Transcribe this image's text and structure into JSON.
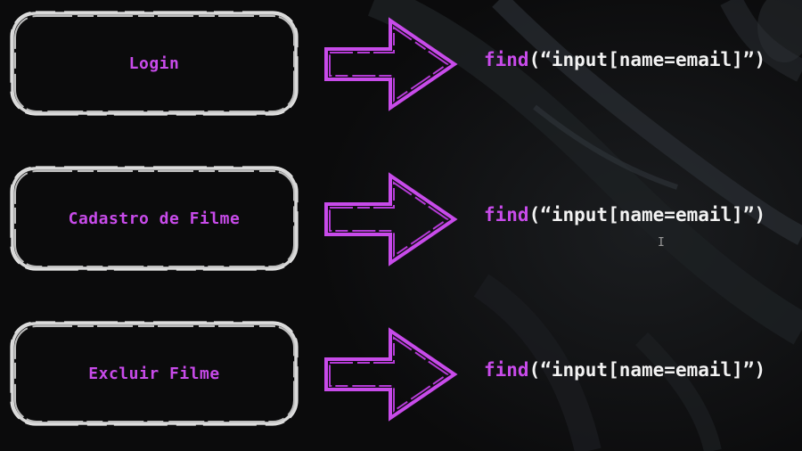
{
  "steps": [
    {
      "label": "Login",
      "code_fn": "find",
      "code_args": "(“input[name=email]”)"
    },
    {
      "label": "Cadastro de Filme",
      "code_fn": "find",
      "code_args": "(“input[name=email]”)"
    },
    {
      "label": "Excluir Filme",
      "code_fn": "find",
      "code_args": "(“input[name=email]”)"
    }
  ],
  "colors": {
    "accent": "#c84bea",
    "box_stroke": "#d8d8d8",
    "background": "#0b0b0c",
    "code_text": "#f2f2f2"
  },
  "icons": {
    "arrow": "right-arrow-icon",
    "cursor": "text-cursor-icon"
  }
}
